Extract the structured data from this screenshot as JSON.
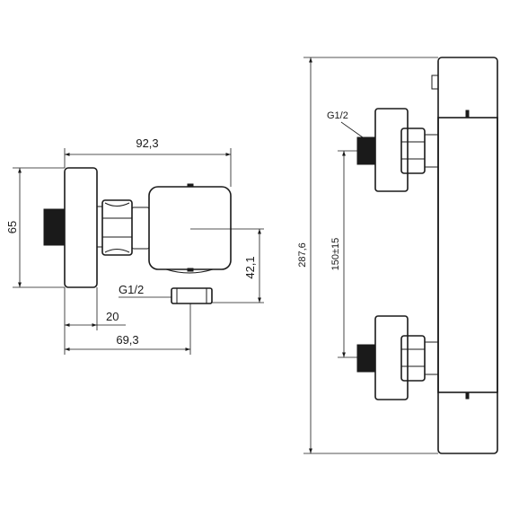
{
  "side_view": {
    "dim_total_width": "92,3",
    "dim_height": "65",
    "dim_outlet_height": "42,1",
    "dim_offset": "20",
    "dim_outlet_dist": "69,3",
    "thread_label": "G1/2"
  },
  "front_view": {
    "thread_label": "G1/2",
    "dim_centres": "150±15",
    "dim_total_height": "287,6"
  }
}
